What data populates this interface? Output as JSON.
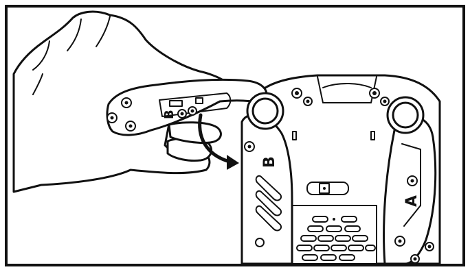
{
  "illustration": {
    "section_labels": {
      "left_grip": "B",
      "body_left_panel": "B",
      "right_grip": "A"
    }
  }
}
